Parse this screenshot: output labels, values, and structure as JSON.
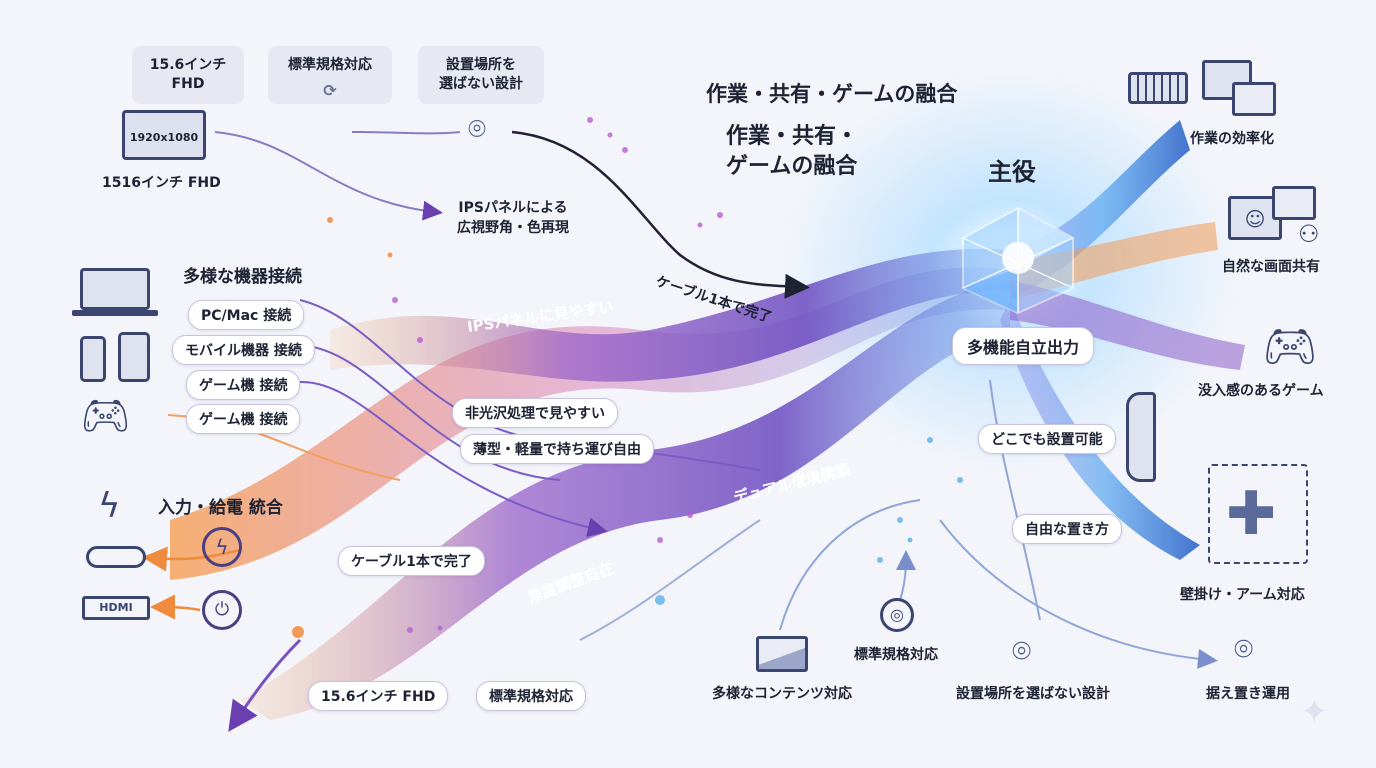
{
  "top_cards": [
    {
      "line1": "15.6インチ",
      "line2": "FHD"
    },
    {
      "line1": "標準規格対応",
      "line2": ""
    },
    {
      "line1": "設置場所を",
      "line2": "選ばない設計"
    }
  ],
  "monitor_resolution": "1920x1080",
  "monitor_caption": "1516インチ FHD",
  "ips_caption_line1": "IPSパネルによる",
  "ips_caption_line2": "広視野角・色再現",
  "title_top": "作業・共有・ゲームの融合",
  "title_mid_line1": "作業・共有・",
  "title_mid_line2": "ゲームの融合",
  "center_label": "主役",
  "center_pill": "多機能自立出力",
  "cable_curve_label": "ケーブル1本で完了",
  "device_section": {
    "heading": "多様な機器接続",
    "items": [
      "PC/Mac 接続",
      "モバイル機器 接続",
      "ゲーム機 接続",
      "ゲーム機 接続"
    ]
  },
  "power_heading": "入力・給電 統合",
  "hdmi_label": "HDMI",
  "ribbon_labels": [
    "IPSパネルに見やすい",
    "デュアル環境構築",
    "角度調整自在"
  ],
  "middle_pills": [
    "非光沢処理で見やすい",
    "薄型・軽量で持ち運び自由",
    "ケーブル1本で完了"
  ],
  "bottom_pills": [
    "15.6インチ FHD",
    "標準規格対応"
  ],
  "right_outputs": [
    "作業の効率化",
    "自然な画面共有",
    "没入感のあるゲーム"
  ],
  "right_pills": [
    "どこでも設置可能",
    "自由な置き方"
  ],
  "mount_label": "壁掛け・アーム対応",
  "bottom_labels": [
    "多様なコンテンツ対応",
    "標準規格対応",
    "設置場所を選ばない設計",
    "据え置き運用"
  ],
  "colors": {
    "purple": "#6a3fb0",
    "orange": "#f08a3c",
    "blue": "#3c7fd8",
    "navy": "#3a4670"
  }
}
